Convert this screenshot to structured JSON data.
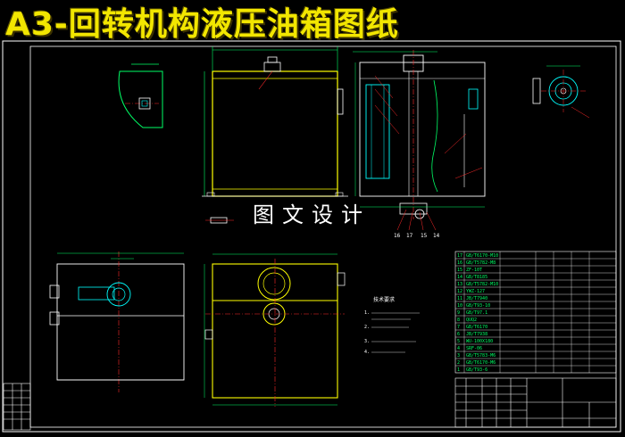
{
  "title": "A3-回转机构液压油箱图纸",
  "watermark": "图文设计",
  "colors": {
    "background": "#000000",
    "title": "#f2e600",
    "frame": "#ffffff",
    "outline": "#ffff00",
    "dimension": "#00ff66",
    "leader": "#ff2a2a",
    "centerline": "#ff2a2a",
    "detail": "#00ffff",
    "watermark": "#ffffff"
  },
  "balloons": [
    "16",
    "17",
    "15",
    "14"
  ],
  "bom_rows": [
    {
      "no": "17",
      "code": "GB/T6170-M10"
    },
    {
      "no": "16",
      "code": "GB/T5782-M8"
    },
    {
      "no": "15",
      "code": "ZF-10T"
    },
    {
      "no": "14",
      "code": "GB/T8185"
    },
    {
      "no": "13",
      "code": "GB/T5782-M10"
    },
    {
      "no": "12",
      "code": "YWZ-127"
    },
    {
      "no": "11",
      "code": "JB/T7940"
    },
    {
      "no": "10",
      "code": "GB/T93-10"
    },
    {
      "no": "9",
      "code": "GB/T97.1"
    },
    {
      "no": "8",
      "code": "QUQ2"
    },
    {
      "no": "7",
      "code": "GB/T6170"
    },
    {
      "no": "6",
      "code": "JB/T7938"
    },
    {
      "no": "5",
      "code": "WU-100X180"
    },
    {
      "no": "4",
      "code": "SRF-06"
    },
    {
      "no": "3",
      "code": "GB/T5783-M6"
    },
    {
      "no": "2",
      "code": "GB/T6170-M6"
    },
    {
      "no": "1",
      "code": "GB/T93-6"
    }
  ],
  "notes_heading": "技术要求",
  "notes_lines": [
    "1.",
    "2.",
    "3.",
    "4."
  ]
}
